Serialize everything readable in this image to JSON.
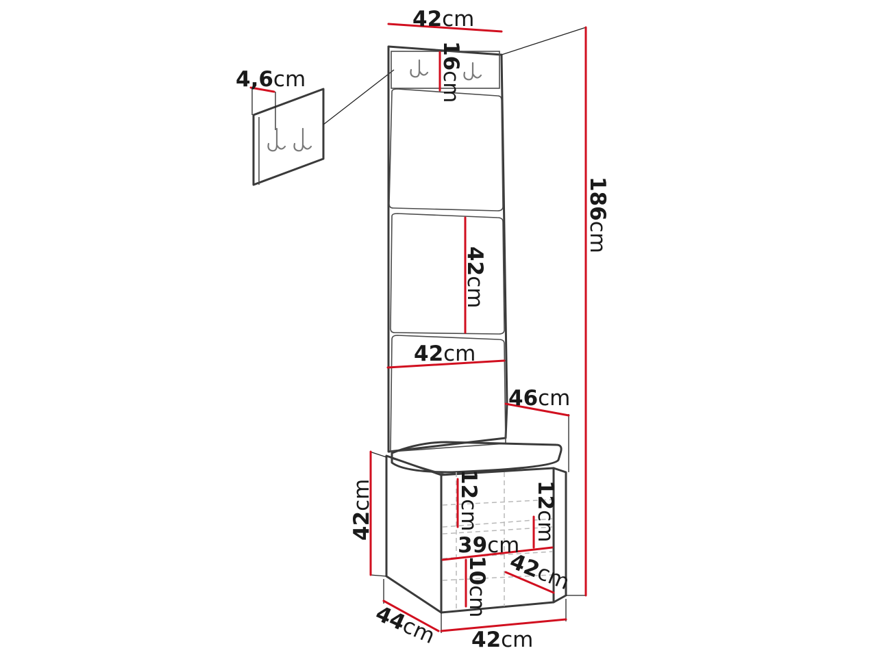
{
  "unit": "cm",
  "dimensions": {
    "top_width": "42",
    "hook_panel_height": "16",
    "side_thickness": "4,6",
    "total_height": "186",
    "panel_height": "42",
    "panel_width": "42",
    "seat_depth_top": "46",
    "bench_height": "42",
    "shelf_height_left": "12",
    "shelf_height_right": "12",
    "shelf_width": "39",
    "bottom_shelf_height": "10",
    "inner_depth": "42",
    "bench_depth": "44",
    "bench_width": "42"
  }
}
